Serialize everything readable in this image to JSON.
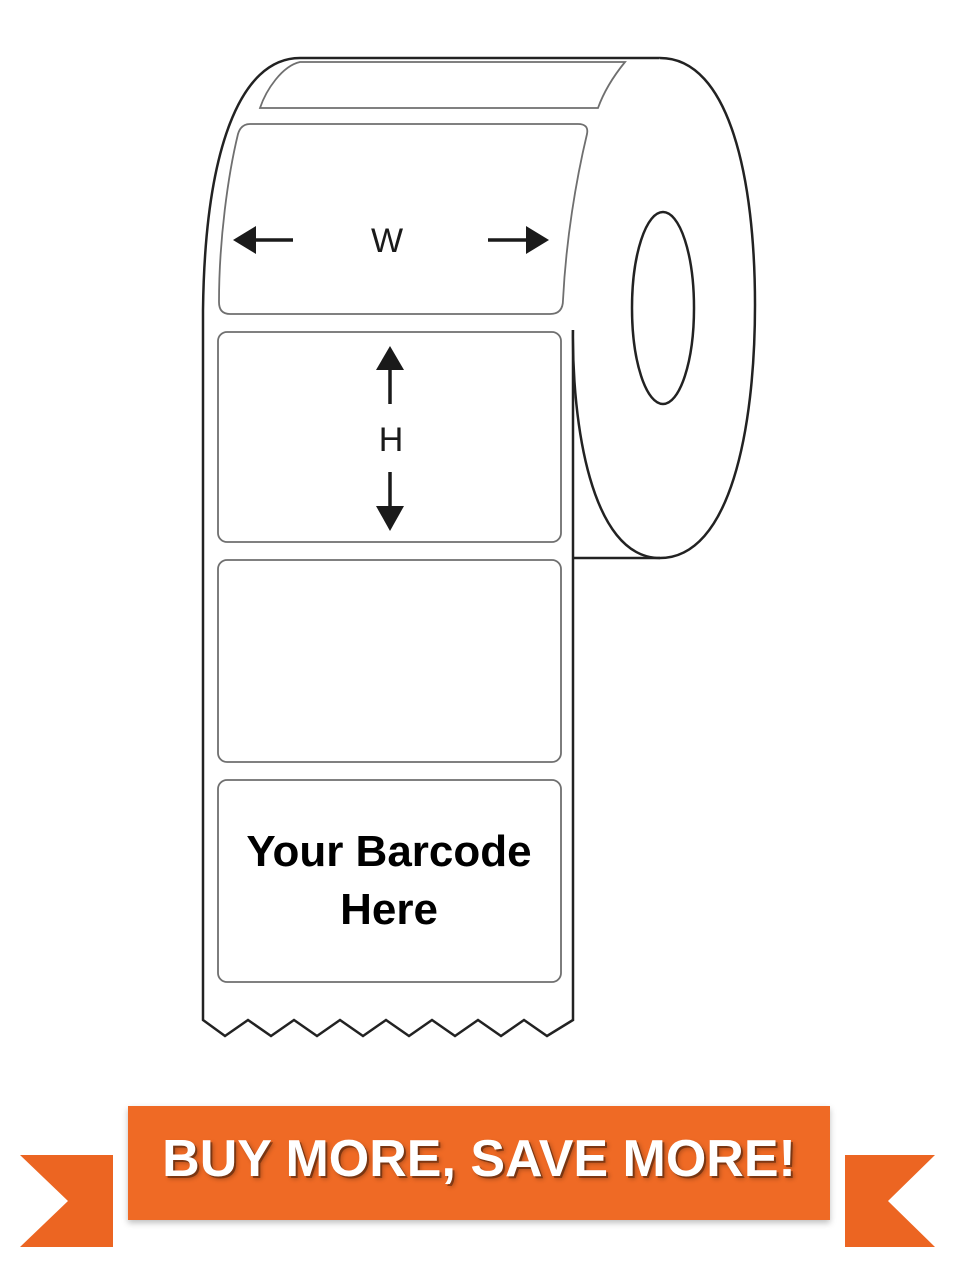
{
  "diagram": {
    "width_label": "W",
    "height_label": "H",
    "barcode_line1": "Your Barcode",
    "barcode_line2": "Here"
  },
  "banner": {
    "text": "BUY MORE, SAVE MORE!"
  },
  "colors": {
    "banner_orange": "#ef6a25",
    "banner_tail_orange": "#ec6522",
    "line": "#222222",
    "label_border": "#6f6f6f"
  }
}
